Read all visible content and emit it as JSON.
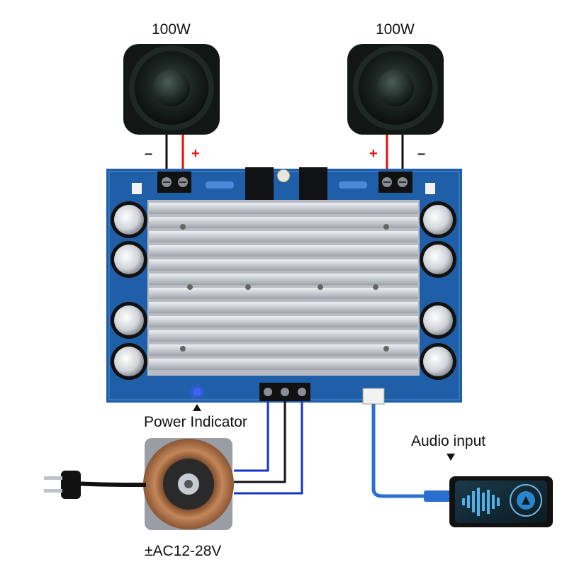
{
  "labels": {
    "speaker_left_power": "100W",
    "speaker_right_power": "100W",
    "power_indicator": "Power Indicator",
    "audio_input": "Audio input",
    "transformer_voltage": "±AC12-28V"
  },
  "polarity": {
    "left_minus": "–",
    "left_plus": "+",
    "right_plus": "+",
    "right_minus": "–"
  },
  "colors": {
    "board": "#1f5fa8",
    "heatsink": "#cfd3d8",
    "wire_blue": "#1436c8",
    "wire_black": "#111111",
    "wire_red": "#e01010",
    "transformer_copper": "#b8764a",
    "led": "#4060ff",
    "audio_cable": "#2a6fd0"
  },
  "icons": {
    "speaker": "speaker-icon",
    "transformer": "toroidal-transformer-icon",
    "plug": "power-plug-icon",
    "player": "media-player-icon"
  }
}
